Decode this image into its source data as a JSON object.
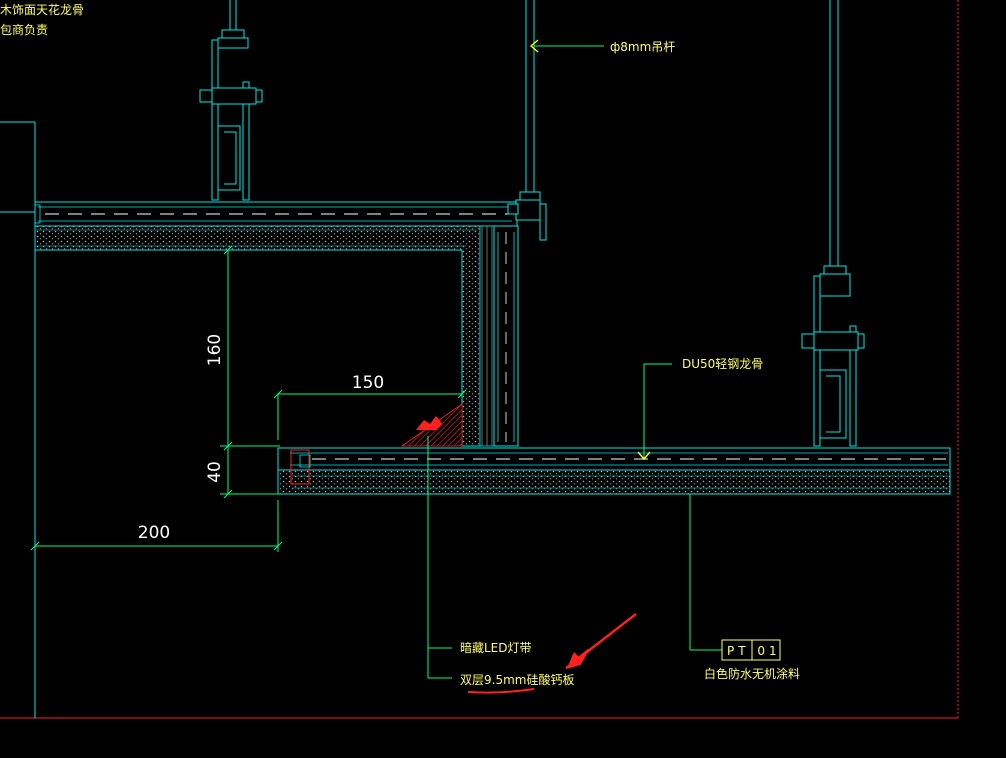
{
  "colors": {
    "background": "#000000",
    "structure": "#00e6e6",
    "dimension": "#00ff80",
    "leader": "#00ff80",
    "annotation_text": "#ffff66",
    "dim_text": "#ffffff",
    "border": "#ff2020",
    "marker": "#ff2020",
    "fill_pattern": "#b0b0b0",
    "hanger_arrow": "#ffff00"
  },
  "corner_notes": [
    "木饰面天花龙骨",
    "包商负责"
  ],
  "dimensions": {
    "d160": "160",
    "d40": "40",
    "d150": "150",
    "d200": "200"
  },
  "annotations": {
    "hanger_rod": "ф8mm吊杆",
    "main_keel": "DU50轻钢龙骨",
    "led_strip": "暗藏LED灯带",
    "board": "双层9.5mm硅酸钙板",
    "paint_code": "PT 01",
    "paint_desc": "白色防水无机涂料"
  },
  "markup": {
    "arrow_icon": "red-arrow-icon",
    "underline": "red-underline"
  }
}
